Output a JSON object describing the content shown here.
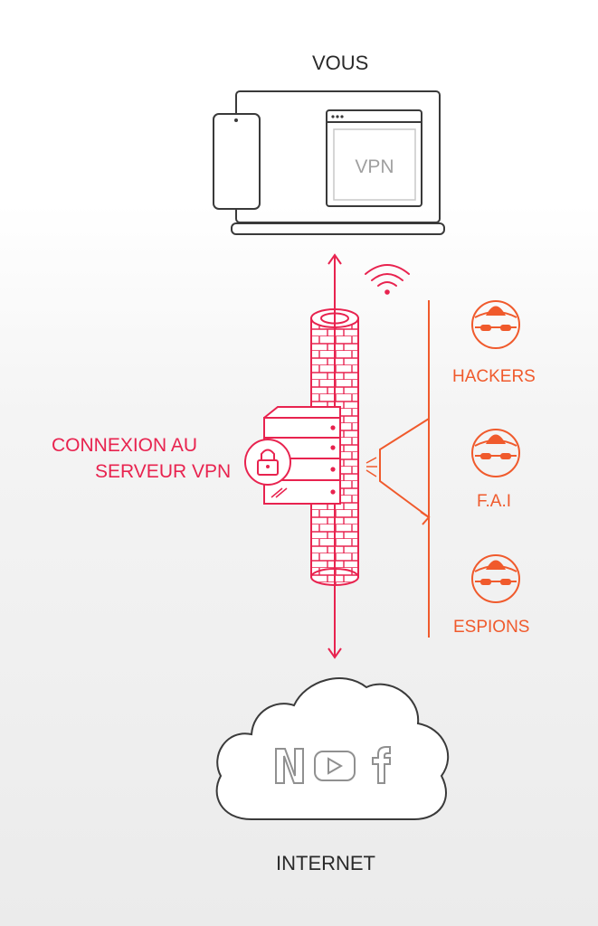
{
  "top_label": "VOUS",
  "bottom_label": "INTERNET",
  "laptop_screen_label": "VPN",
  "server_label_line1": "CONNEXION AU",
  "server_label_line2": "SERVEUR VPN",
  "threats": [
    {
      "label": "HACKERS",
      "icon": "spy-icon"
    },
    {
      "label": "F.A.I",
      "icon": "spy-icon"
    },
    {
      "label": "ESPIONS",
      "icon": "spy-icon"
    }
  ],
  "cloud_services": [
    "netflix-icon",
    "youtube-icon",
    "facebook-icon"
  ],
  "colors": {
    "dark": "#3a3a3a",
    "pink": "#e8234f",
    "orange": "#f05a2c",
    "grey": "#a0a0a0"
  }
}
